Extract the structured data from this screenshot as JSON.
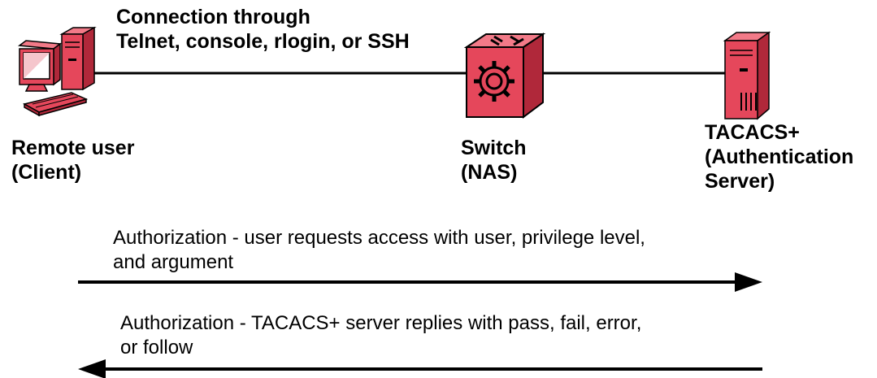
{
  "connection_label": {
    "line1": "Connection through",
    "line2": "Telnet, console, rlogin, or SSH"
  },
  "nodes": {
    "client": {
      "icon": "computer-icon",
      "line1": "Remote user",
      "line2": "(Client)"
    },
    "switch": {
      "icon": "switch-icon",
      "line1": "Switch",
      "line2": "(NAS)"
    },
    "server": {
      "icon": "server-icon",
      "line1": "TACACS+",
      "line2": "(Authentication",
      "line3": "Server)"
    }
  },
  "flows": {
    "request": {
      "direction": "right",
      "line1": "Authorization - user requests access with user, privilege level,",
      "line2": "and argument"
    },
    "reply": {
      "direction": "left",
      "line1": "Authorization - TACACS+ server replies with pass, fail, error,",
      "line2": "or follow"
    }
  },
  "colors": {
    "device_red": "#e5475b",
    "device_red_dark": "#b0283a",
    "device_red_light": "#f27a88",
    "line": "#000000"
  }
}
